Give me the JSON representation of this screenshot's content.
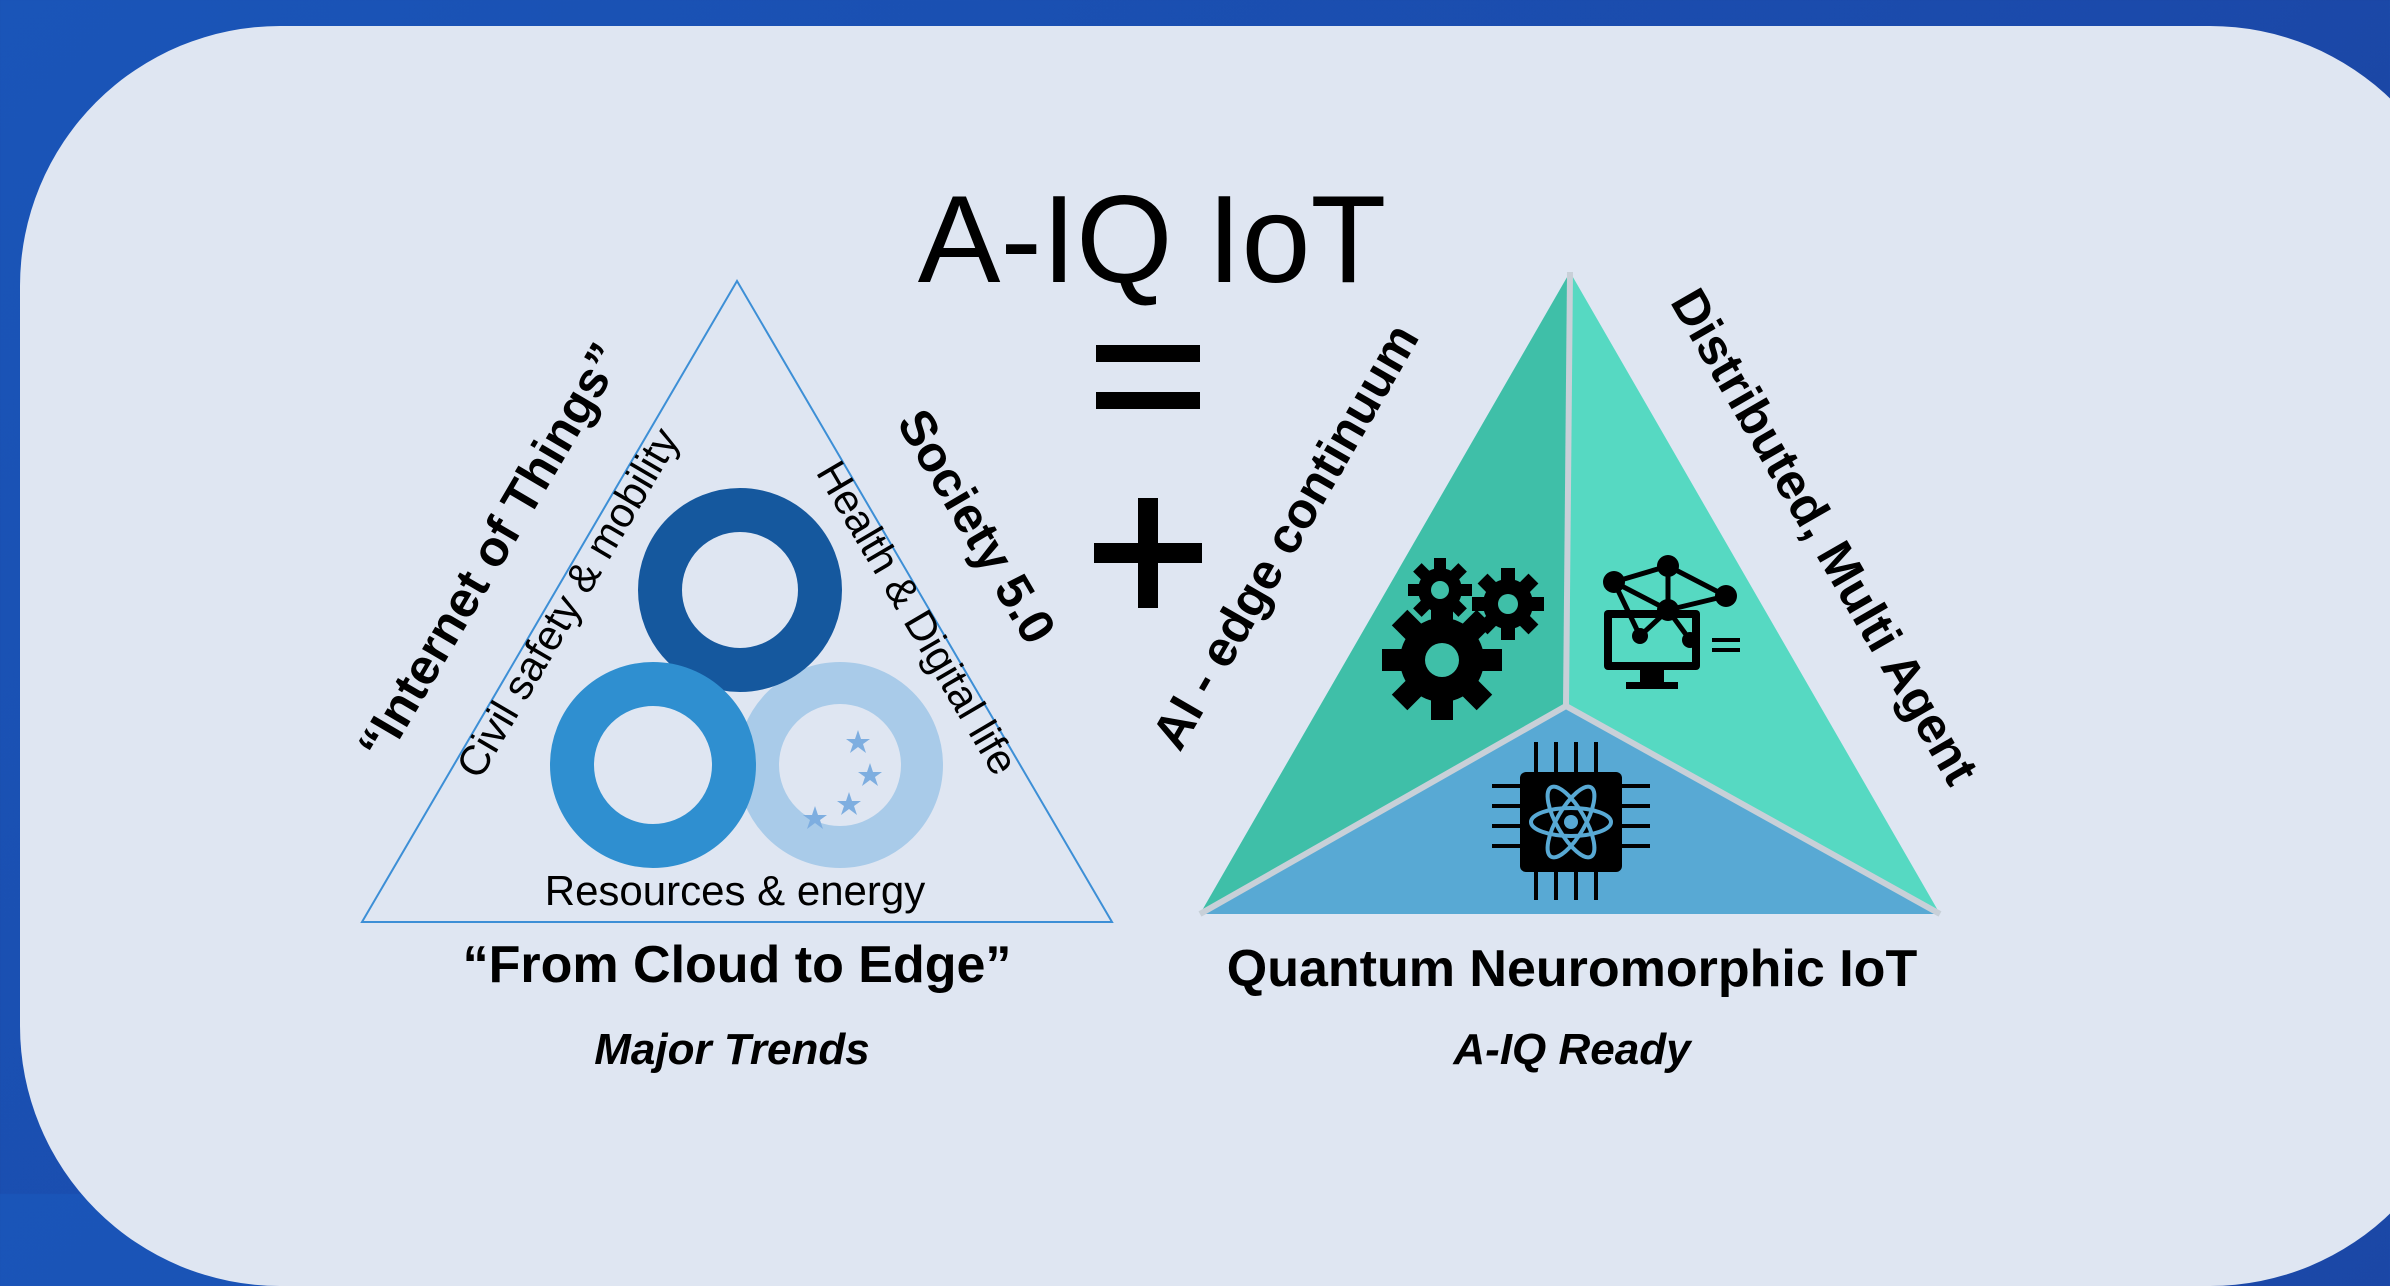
{
  "title": "A-IQ IoT",
  "operators": {
    "equals": "=",
    "plus": "+"
  },
  "left_triangle": {
    "left_side": "“Internet of Things”",
    "right_side": "Society 5.0",
    "inner_left": "Civil safety & mobility",
    "inner_right": "Health & Digital life",
    "inner_bottom": "Resources & energy",
    "caption": "“From Cloud to Edge”",
    "subcaption": "Major Trends"
  },
  "right_triangle": {
    "left_side": "AI - edge continuum",
    "right_side": "Distributed, Multi Agent",
    "caption": "Quantum Neuromorphic IoT",
    "subcaption": "A-IQ Ready",
    "icons": [
      "gears-icon",
      "network-computer-icon",
      "quantum-chip-icon"
    ]
  },
  "colors": {
    "background": "#1a55b8",
    "panel": "#dfe6f2",
    "teal_dark": "#3fbfa8",
    "teal_light": "#56d9c2",
    "blue_face": "#58a9d4",
    "logo_dark": "#15589e",
    "logo_mid": "#2f8fd0",
    "logo_light": "#a9cbe9"
  }
}
